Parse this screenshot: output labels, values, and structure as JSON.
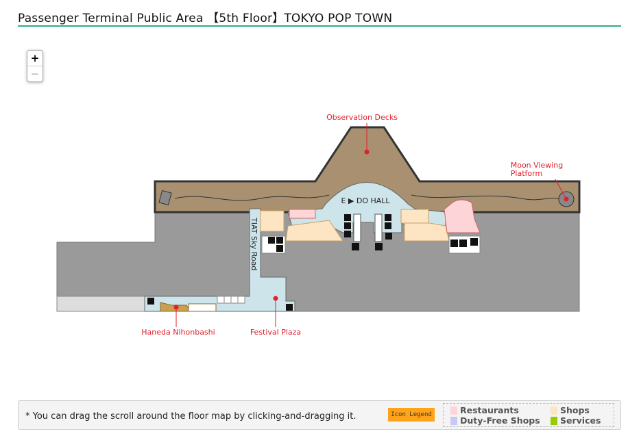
{
  "title": "Passenger Terminal  Public Area 【5th Floor】TOKYO POP TOWN",
  "zoom": {
    "in": "+",
    "out": "−"
  },
  "map": {
    "hall": "E ▶ DO HALL",
    "road": "TIAT Sky Road",
    "labels": {
      "observation": "Observation Decks",
      "moon1": "Moon Viewing",
      "moon2": "Platform",
      "nihonbashi": "Haneda Nihonbashi",
      "festival": "Festival Plaza"
    }
  },
  "footer": {
    "note": "* You can drag the scroll around the floor map by clicking-and-dragging it.",
    "legend_button": "Icon Legend",
    "legend": [
      {
        "label": "Restaurants",
        "color": "#fdd5d8"
      },
      {
        "label": "Shops",
        "color": "#fde5c4"
      },
      {
        "label": "Duty-Free Shops",
        "color": "#c8c8f4"
      },
      {
        "label": "Services",
        "color": "#99cc00"
      }
    ]
  }
}
